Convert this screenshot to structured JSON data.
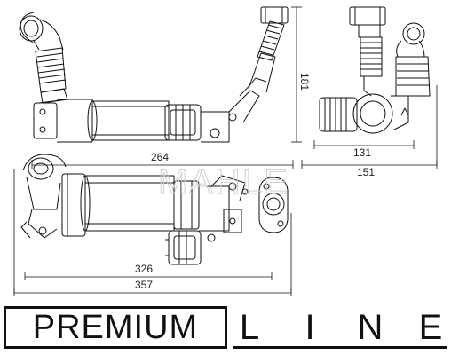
{
  "dimensions": {
    "top_view_length": "264",
    "side_view_height": "181",
    "side_view_width_inner": "131",
    "side_view_width_outer": "151",
    "front_view_length_inner": "326",
    "front_view_length_outer": "357"
  },
  "watermark": "MAHLE",
  "banner": {
    "premium": "PREMIUM",
    "line_letters": [
      "L",
      "I",
      "N",
      "E"
    ]
  }
}
